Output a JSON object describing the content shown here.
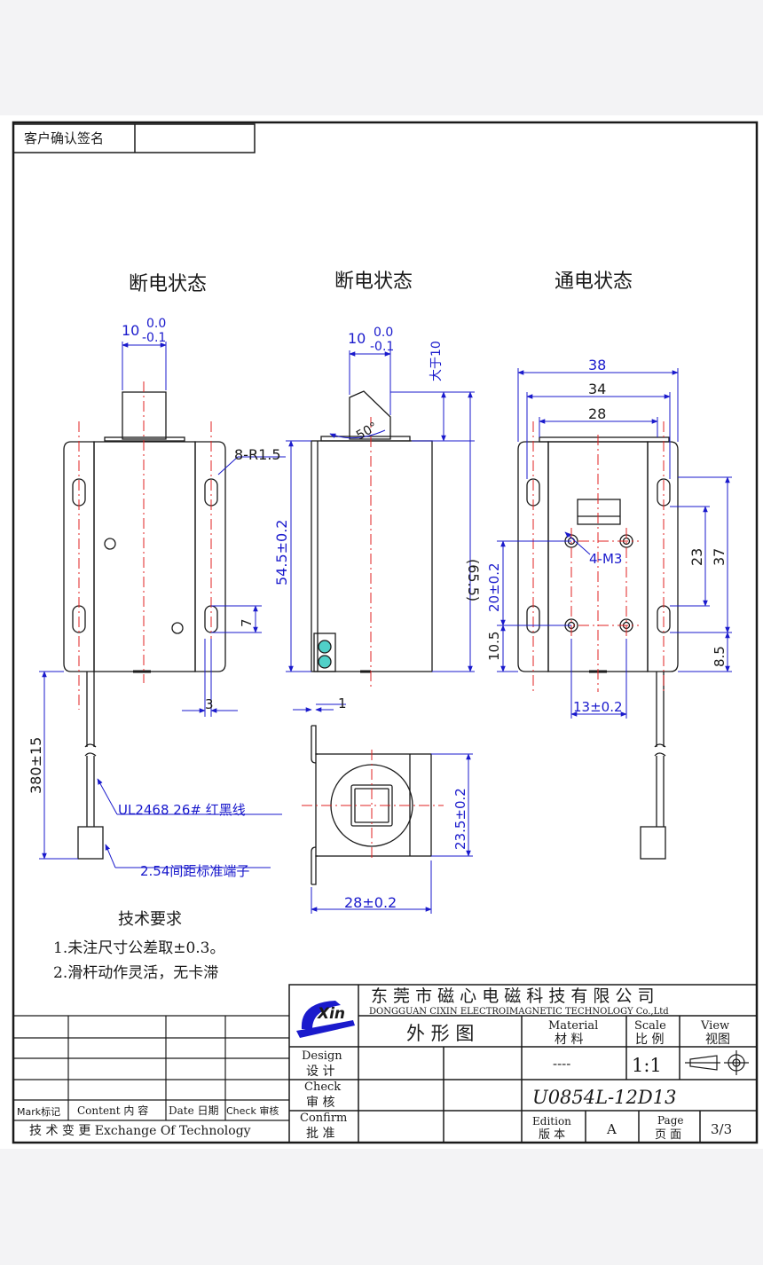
{
  "signature_label": "客户确认签名",
  "views": {
    "left_title": "断电状态",
    "middle_title": "断电状态",
    "right_title": "通电状态"
  },
  "dims": {
    "left_plunger_width": "10",
    "left_tol_upper": "0.0",
    "left_tol_lower": "-0.1",
    "mid_plunger_width": "10",
    "mid_tol_upper": "0.0",
    "mid_tol_lower": "-0.1",
    "stroke_label": "大于10",
    "angle": "50°",
    "holes_radius": "8-R1.5",
    "height": "54.5±0.2",
    "overall_height": "(65.5)",
    "slot_length": "7",
    "slot_offset": "3",
    "wire_length": "380±15",
    "wire_spec": "UL2468 26# 红黑线",
    "terminal": "2.54间距标准端子",
    "width_38": "38",
    "width_34": "34",
    "width_28": "28",
    "threads": "4-M3",
    "hole_vertical": "20±0.2",
    "bottom_offset": "10.5",
    "slot_spacing": "23",
    "slot_total": "37",
    "slot_bottom": "8.5",
    "hole_horizontal": "13±0.2",
    "bottom_thickness": "1",
    "bottom_height": "23.5±0.2",
    "bottom_width": "28±0.2"
  },
  "requirements": {
    "title": "技术要求",
    "item1": "1.未注尺寸公差取±0.3。",
    "item2": "2.滑杆动作灵活，无卡滞"
  },
  "title_block": {
    "logo_text": "Xin",
    "company_cn": "东 莞 市 磁 心 电 磁 科 技 有 限 公 司",
    "company_en": "DONGGUAN    CIXIN  ELECTROIMAGNETIC   TECHNOLOGY   Co.,Ltd",
    "drawing_name": "外 形 图",
    "material_en": "Material",
    "material_cn": "材  料",
    "material_value": "----",
    "scale_en": "Scale",
    "scale_cn": "比 例",
    "scale_value": "1:1",
    "view_en": "View",
    "view_cn": "视图",
    "design_en": "Design",
    "design_cn": "设 计",
    "check_en": "Check",
    "check_cn": "审 核",
    "confirm_en": "Confirm",
    "confirm_cn": "批 准",
    "part_number": "U0854L-12D13",
    "edition_en": "Edition",
    "edition_cn": "版 本",
    "edition_value": "A",
    "page_en": "Page",
    "page_cn": "页 面",
    "page_value": "3/3"
  },
  "revision_table": {
    "mark": "Mark标记",
    "content": "Content 内 容",
    "date": "Date 日期",
    "check": "Check 审核",
    "footer": "技 术 变 更  Exchange Of Technology"
  },
  "colors": {
    "line": "#1a1a1a",
    "dimension": "#1a1acc",
    "centerline": "#e02020",
    "terminal_fill": "#50d0c8"
  }
}
